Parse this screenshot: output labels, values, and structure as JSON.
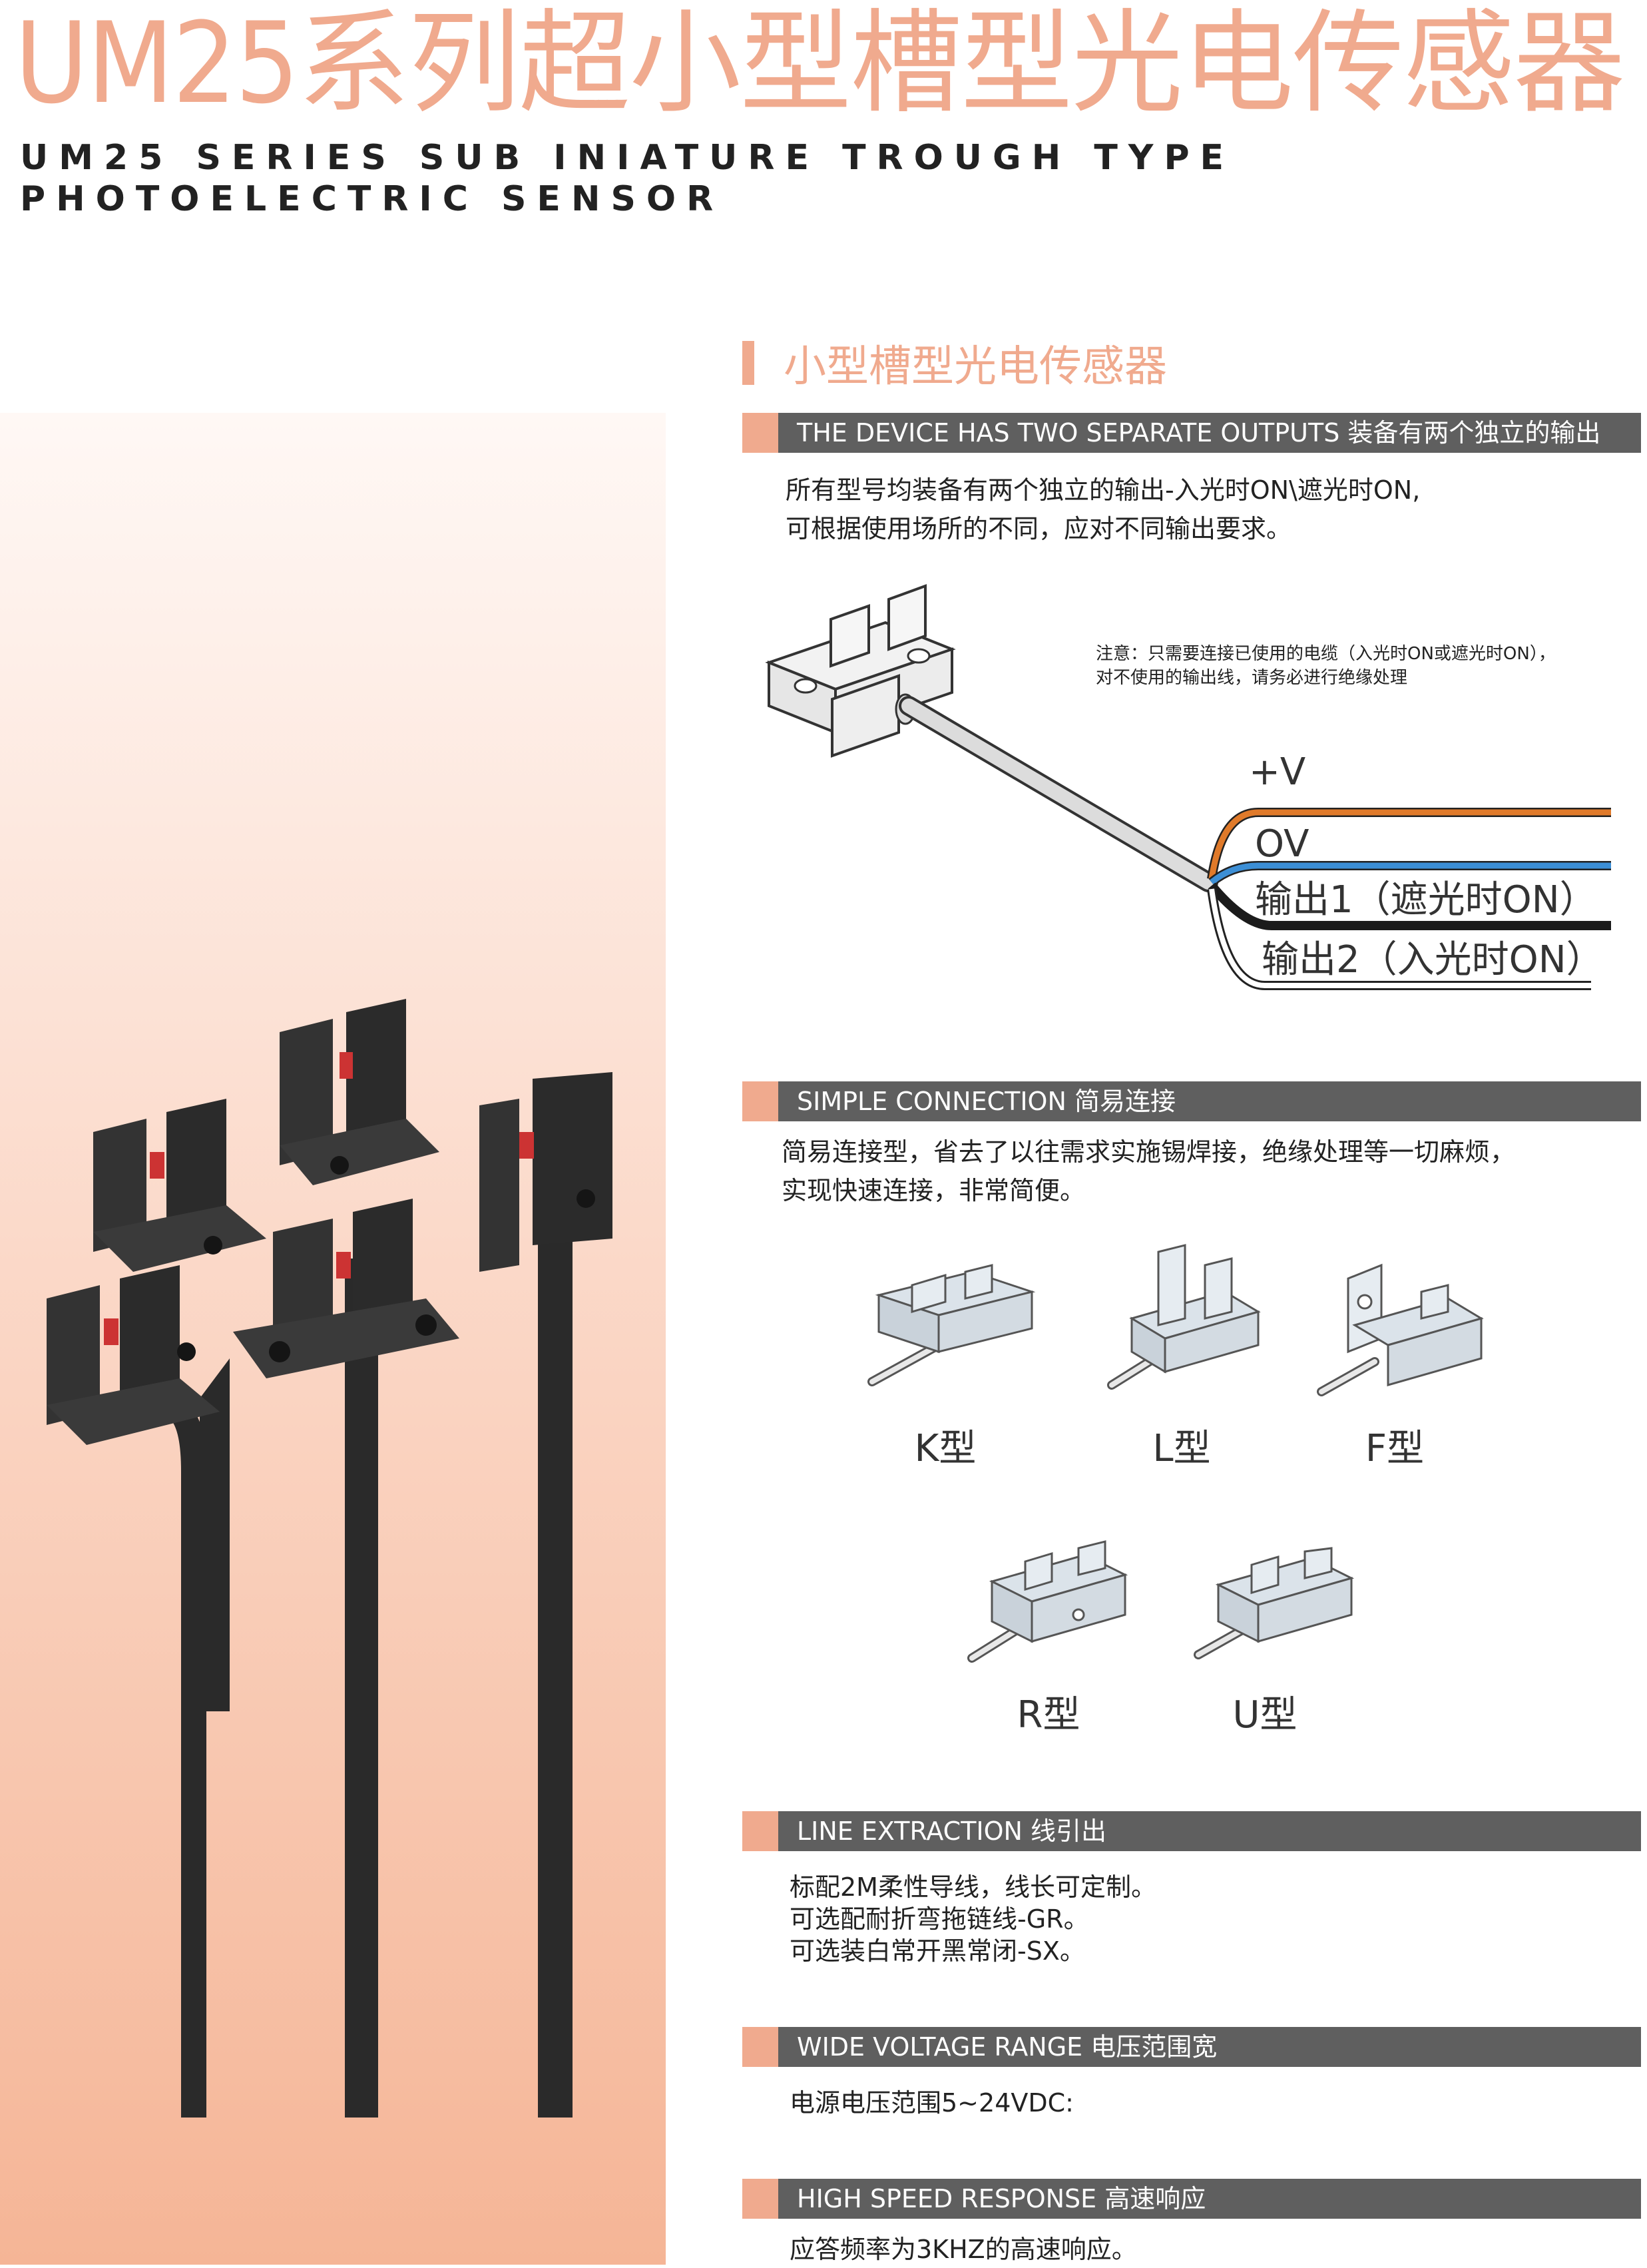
{
  "header": {
    "title": "UM25系列超小型槽型光电传感器",
    "subtitle_line1": "UM25 SERIES SUB  INIATURE TROUGH TYPE",
    "subtitle_line2": "PHOTOELECTRIC SENSOR"
  },
  "section_title": "小型槽型光电传感器",
  "sections": {
    "outputs": {
      "heading": "THE DEVICE HAS TWO SEPARATE OUTPUTS  装备有两个独立的输出",
      "line1": "所有型号均装备有两个独立的输出-入光时ON\\遮光时ON,",
      "line2": "可根据使用场所的不同，应对不同输出要求。",
      "note_line1": "注意：只需要连接已使用的电缆（入光时ON或遮光时ON），",
      "note_line2": "对不使用的输出线，请务必进行绝缘处理",
      "wires": [
        "+V",
        "OV",
        "输出1（遮光时ON）",
        "输出2（入光时ON）"
      ],
      "wire_colors": [
        "#e07a2a",
        "#3c8fd6",
        "#1b1b1b",
        "#ffffff"
      ]
    },
    "connection": {
      "heading": "SIMPLE CONNECTION  简易连接",
      "line1": "简易连接型，省去了以往需求实施锡焊接，绝缘处理等一切麻烦，",
      "line2": "实现快速连接，非常简便。",
      "types": [
        "K型",
        "L型",
        "F型",
        "R型",
        "U型"
      ]
    },
    "line_extraction": {
      "heading": "LINE EXTRACTION  线引出",
      "line1": "标配2M柔性导线，线长可定制。",
      "line2": "可选配耐折弯拖链线-GR。",
      "line3": "可选装白常开黑常闭-SX。"
    },
    "voltage": {
      "heading": "WIDE VOLTAGE RANGE  电压范围宽",
      "line1": "电源电压范围5~24VDC:"
    },
    "speed": {
      "heading": "HIGH SPEED RESPONSE  高速响应",
      "line1": "应答频率为3KHZ的高速响应。"
    }
  },
  "colors": {
    "accent": "#f0aa8e",
    "band": "#5f5f5f"
  }
}
